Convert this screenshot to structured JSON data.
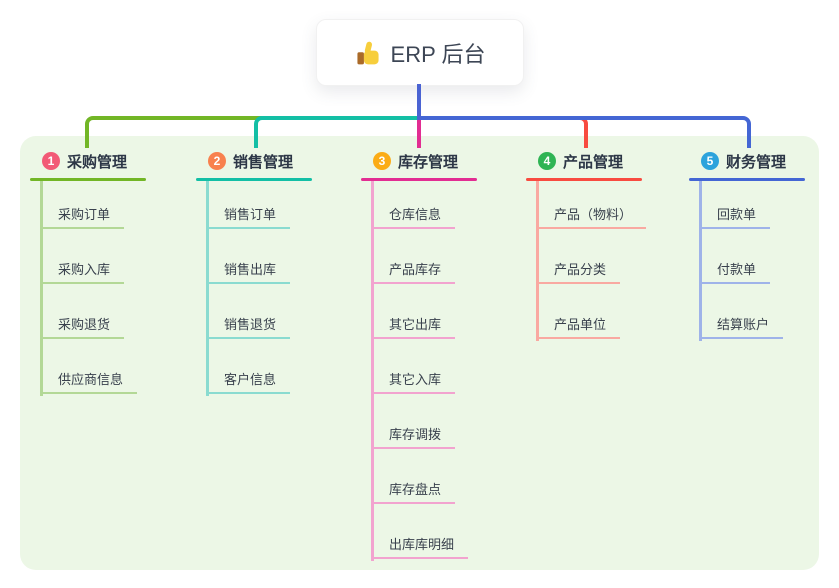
{
  "root": {
    "label": "ERP 后台",
    "icon": "thumbs-up-icon"
  },
  "connector_color": "#4a63d3",
  "panel_color": "#ecf7e6",
  "branches": [
    {
      "index": "1",
      "label": "采购管理",
      "badge_color": "#f25a76",
      "line_color": "#72b626",
      "light_color": "#b3d896",
      "children": [
        "采购订单",
        "采购入库",
        "采购退货",
        "供应商信息"
      ]
    },
    {
      "index": "2",
      "label": "销售管理",
      "badge_color": "#f8814e",
      "line_color": "#13bfa5",
      "light_color": "#8adbd0",
      "children": [
        "销售订单",
        "销售出库",
        "销售退货",
        "客户信息"
      ]
    },
    {
      "index": "3",
      "label": "库存管理",
      "badge_color": "#fbac16",
      "line_color": "#e22d92",
      "light_color": "#f2a3cf",
      "children": [
        "仓库信息",
        "产品库存",
        "其它出库",
        "其它入库",
        "库存调拨",
        "库存盘点",
        "出库库明细"
      ]
    },
    {
      "index": "4",
      "label": "产品管理",
      "badge_color": "#2fb454",
      "line_color": "#f84b40",
      "light_color": "#f9a9a1",
      "children": [
        "产品（物料）",
        "产品分类",
        "产品单位"
      ]
    },
    {
      "index": "5",
      "label": "财务管理",
      "badge_color": "#2ca3dc",
      "line_color": "#4466d4",
      "light_color": "#9fb3e9",
      "children": [
        "回款单",
        "付款单",
        "结算账户"
      ]
    }
  ]
}
